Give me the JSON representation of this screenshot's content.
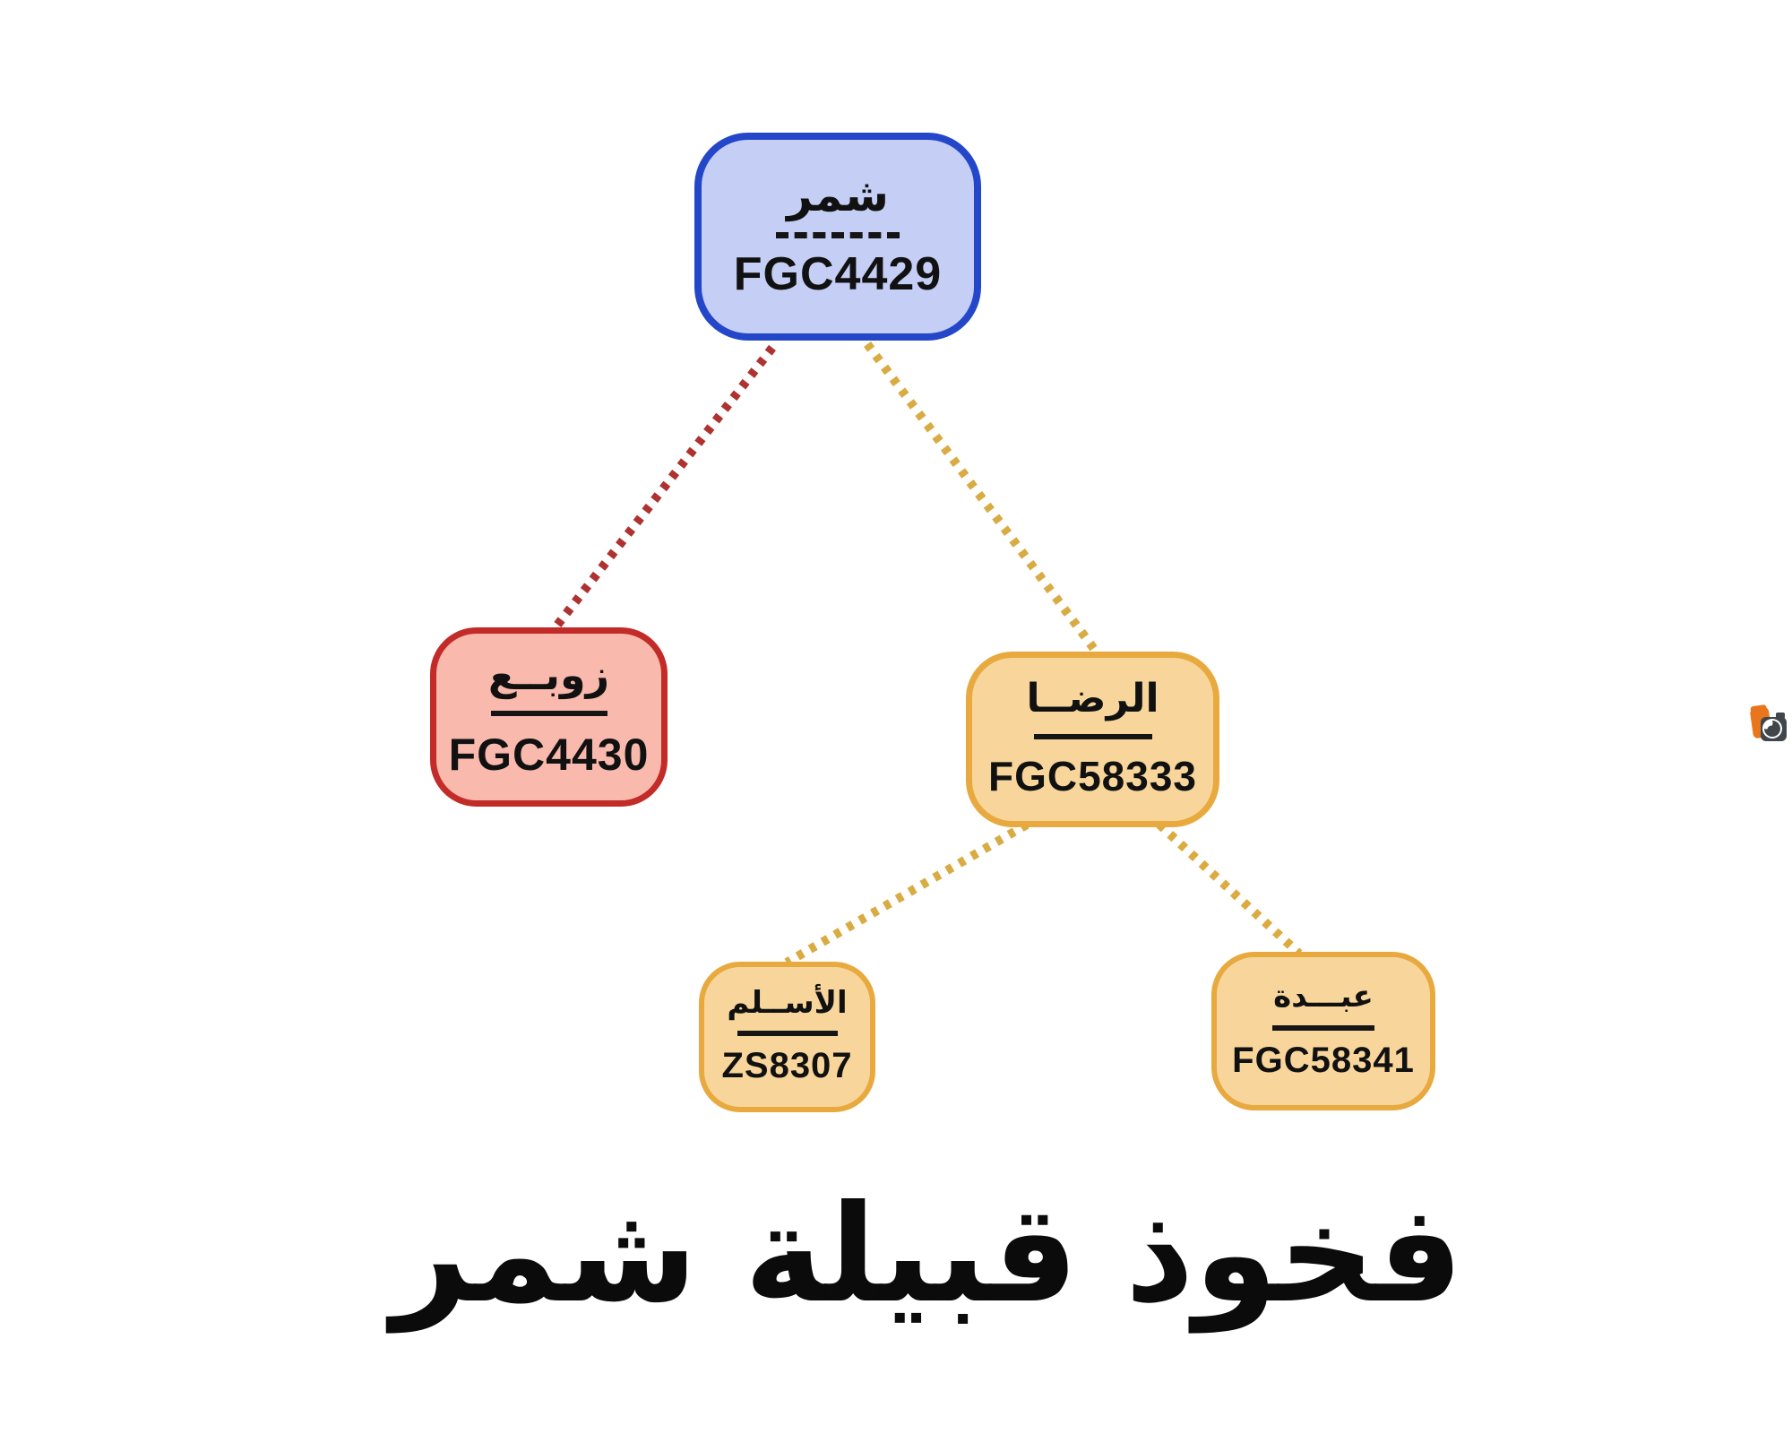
{
  "title": {
    "text": "فخوذ قبيلة شمر"
  },
  "tree": {
    "nodes": [
      {
        "id": "shammar",
        "name": "شمر",
        "code": "FGC4429",
        "divider": "dashed",
        "fill": "#c5cef5",
        "border": "#2446c8",
        "text_color": "#111111"
      },
      {
        "id": "zouba",
        "name": "زوبــع",
        "code": "FGC4430",
        "divider": "solid",
        "fill": "#f9b9ac",
        "border": "#c22b28",
        "text_color": "#111111"
      },
      {
        "id": "alrudha",
        "name": "الرضــا",
        "code": "FGC58333",
        "divider": "solid",
        "fill": "#f8d69b",
        "border": "#e8a93f",
        "text_color": "#111111"
      },
      {
        "id": "alaslam",
        "name": "الأســلم",
        "code": "ZS8307",
        "divider": "solid",
        "fill": "#f8d69b",
        "border": "#e8a93f",
        "text_color": "#111111"
      },
      {
        "id": "abdah",
        "name": "عبـــدة",
        "code": "FGC58341",
        "divider": "solid",
        "fill": "#f8d69b",
        "border": "#e8a93f",
        "text_color": "#111111"
      }
    ],
    "edges": [
      {
        "from": "shammar",
        "to": "zouba",
        "style": "dotted",
        "color": "#ad3230"
      },
      {
        "from": "shammar",
        "to": "alrudha",
        "style": "dotted",
        "color": "#d9ab43"
      },
      {
        "from": "alrudha",
        "to": "alaslam",
        "style": "dotted",
        "color": "#d9ab43"
      },
      {
        "from": "alrudha",
        "to": "abdah",
        "style": "dotted",
        "color": "#dcaa3e"
      }
    ]
  },
  "watermark": {
    "icon": "camera-logo-icon",
    "orange": "#e8761e",
    "gray": "#41464b"
  }
}
